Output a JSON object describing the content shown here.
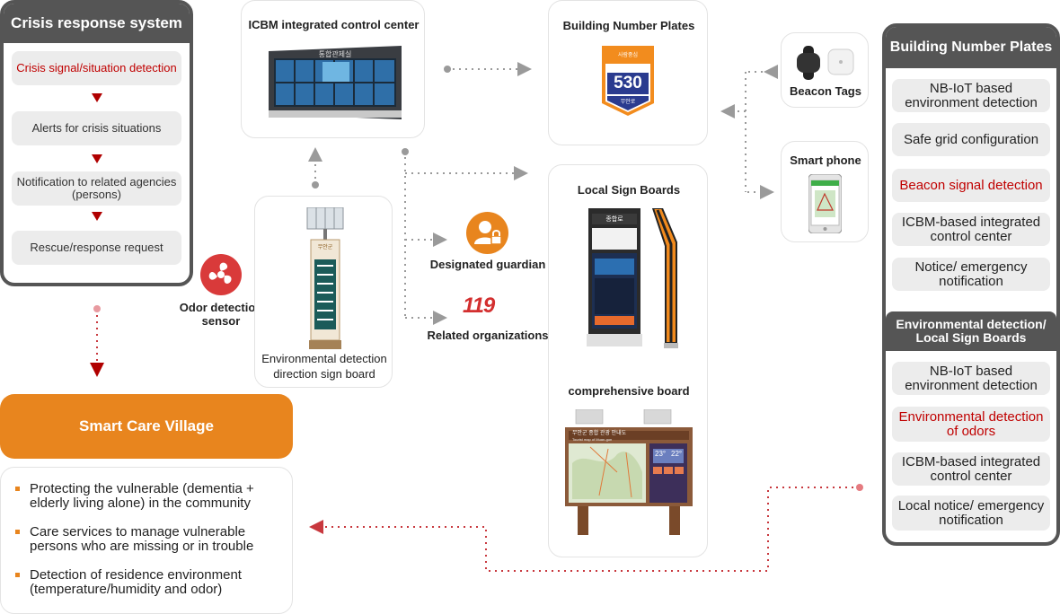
{
  "crisis": {
    "title": "Crisis response system",
    "steps": [
      "Crisis signal/situation detection",
      "Alerts for crisis situations",
      "Notification to related agencies (persons)",
      "Rescue/response request"
    ]
  },
  "odor_sensor_label": "Odor detection sensor",
  "smart_care": {
    "title": "Smart Care Village",
    "bullets": [
      "Protecting the vulnerable (dementia + elderly living alone) in the community",
      "Care services to manage vulnerable persons who are missing or in trouble",
      "Detection of residence environment (temperature/humidity and odor)"
    ]
  },
  "icbm": {
    "label": "ICBM integrated control center",
    "screen_sign": "통합관제실"
  },
  "env_board": {
    "label": "Environmental detection direction sign board",
    "sign_header": "무안군"
  },
  "guardian_label": "Designated guardian",
  "related_label": "Related organizations",
  "logo_119": "119",
  "plates": {
    "label": "Building Number Plates",
    "number": "530",
    "subtext": "무안로",
    "top_text": "사람중심"
  },
  "beacon_label": "Beacon Tags",
  "phone_label": "Smart phone",
  "local_boards_label": "Local Sign Boards",
  "local_board_top": "종합로",
  "comprehensive_label": "comprehensive board",
  "map_title": "무안군 종합 관광 안내도",
  "map_subtitle": "Tourist map of Muan-gun",
  "weather_temp_1": "23°",
  "weather_temp_2": "22°",
  "right_panel": {
    "title1": "Building Number Plates",
    "items1": [
      "NB-IoT based environment detection",
      "Safe grid configuration",
      "Beacon signal detection",
      "ICBM-based integrated control center",
      "Notice/ emergency notification"
    ],
    "title2": "Environmental detection/ Local Sign Boards",
    "items2": [
      "NB-IoT based environment detection",
      "Environmental detection of odors",
      "ICBM-based integrated control center",
      "Local notice/ emergency notification"
    ]
  },
  "colors": {
    "accent_orange": "#e8851e",
    "panel_gray": "#555555",
    "alert_red": "#c00000",
    "arrow_gray": "#9a9a9a",
    "arrow_red": "#c8383e"
  }
}
